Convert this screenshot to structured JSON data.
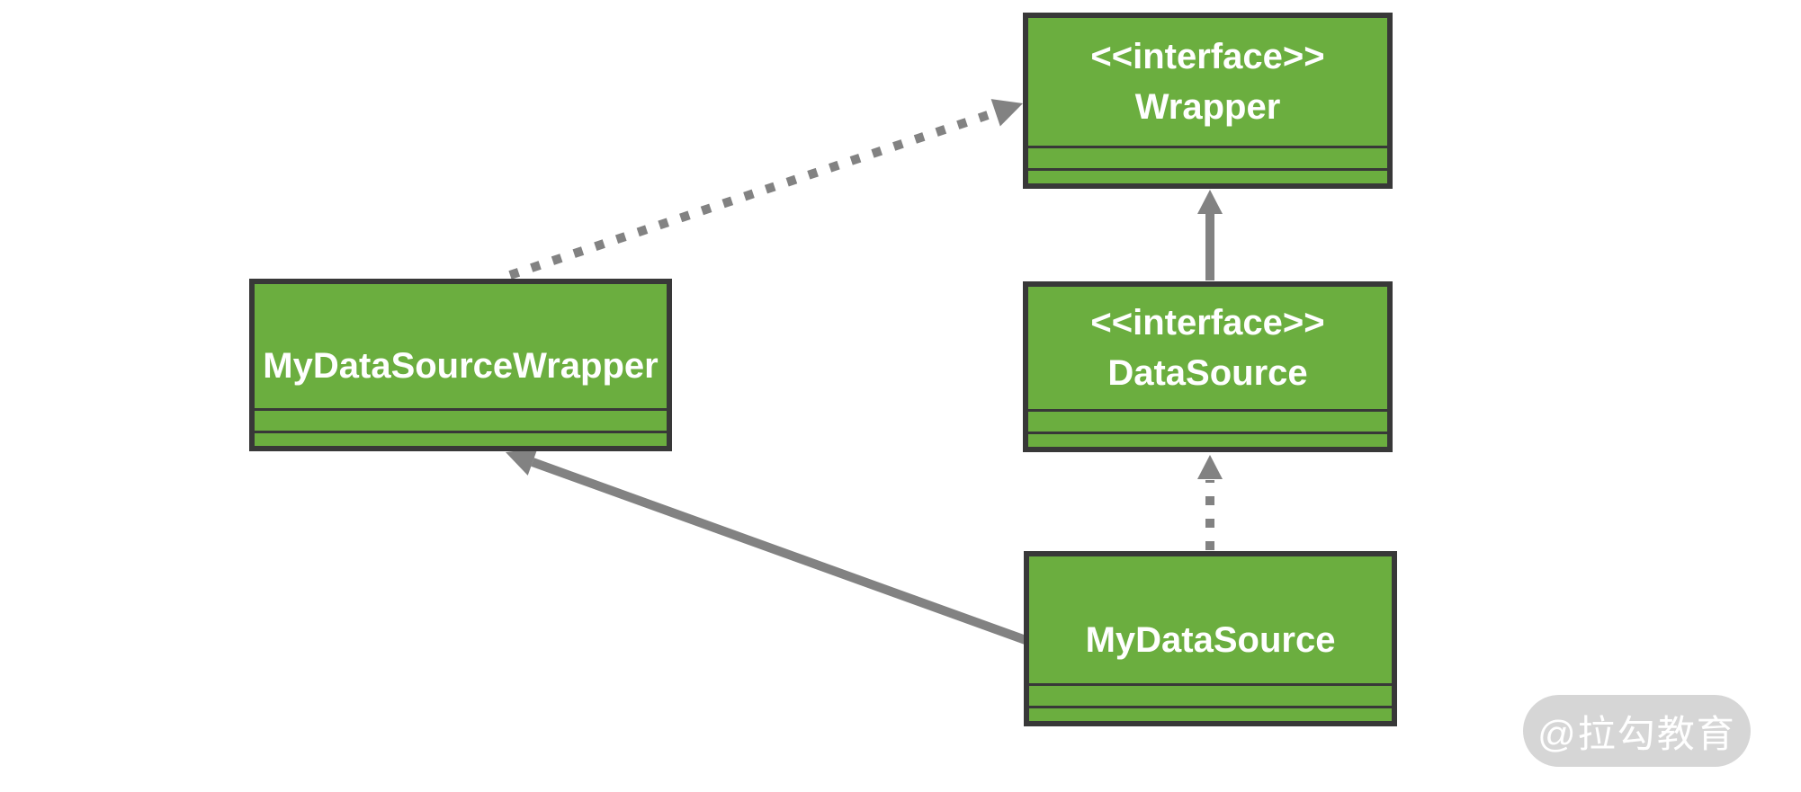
{
  "diagram": {
    "kind": "uml-class-diagram",
    "classes": [
      {
        "stereotype": "<<interface>>",
        "name": "Wrapper"
      },
      {
        "stereotype": "<<interface>>",
        "name": "DataSource"
      },
      {
        "stereotype": "",
        "name": "MyDataSourceWrapper"
      },
      {
        "stereotype": "",
        "name": "MyDataSource"
      }
    ],
    "relationships": [
      {
        "from": "MyDataSourceWrapper",
        "to": "Wrapper",
        "line": "dotted",
        "arrowhead": "filled-triangle"
      },
      {
        "from": "DataSource",
        "to": "Wrapper",
        "line": "solid",
        "arrowhead": "filled-triangle"
      },
      {
        "from": "MyDataSource",
        "to": "DataSource",
        "line": "dotted",
        "arrowhead": "filled-triangle"
      },
      {
        "from": "MyDataSource",
        "to": "MyDataSourceWrapper",
        "line": "solid",
        "arrowhead": "filled-triangle"
      }
    ],
    "colors": {
      "class_fill": "#6bae3f",
      "class_border": "#383838",
      "class_text": "#ffffff",
      "arrow": "#828282",
      "watermark_bg": "#d6d6d6",
      "watermark_text": "#ffffff",
      "canvas_bg": "#ffffff"
    }
  },
  "watermark": {
    "text": "@拉勾教育"
  }
}
